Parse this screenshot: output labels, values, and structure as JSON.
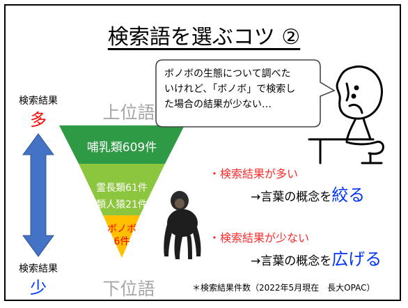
{
  "title": "検索語を選ぶコツ ②",
  "side": {
    "top_label": "検索結果",
    "top_big": "多",
    "bottom_label": "検索結果",
    "bottom_big": "少"
  },
  "pyramid": {
    "upper_label": "上位語",
    "lower_label": "下位語",
    "layer1": "哺乳類609件",
    "layer2_line1": "霊長類61件",
    "layer2_line2": "類人猿21件",
    "layer3_line1": "ボノボ",
    "layer3_line2": "6件"
  },
  "bubble": {
    "line1": "ボノボの生態について調べた",
    "line2": "いけれど、「ボノボ」で検索し",
    "line3": "た場合の結果が少ない…"
  },
  "tips": {
    "many": "検索結果が多い",
    "many_prefix": "→言葉の概念を",
    "many_em": "絞る",
    "few": "検索結果が少ない",
    "few_prefix": "→言葉の概念を",
    "few_em": "広げる",
    "bullet": "・"
  },
  "footnote": "＊検索結果件数（2022年5月現在　長大OPAC）",
  "colors": {
    "layer1": "#2e9a46",
    "layer2": "#8cc63f",
    "layer3": "#ffc000",
    "arrow": "#4472c4",
    "accent_red": "#ff0000",
    "accent_blue": "#0033ff"
  }
}
